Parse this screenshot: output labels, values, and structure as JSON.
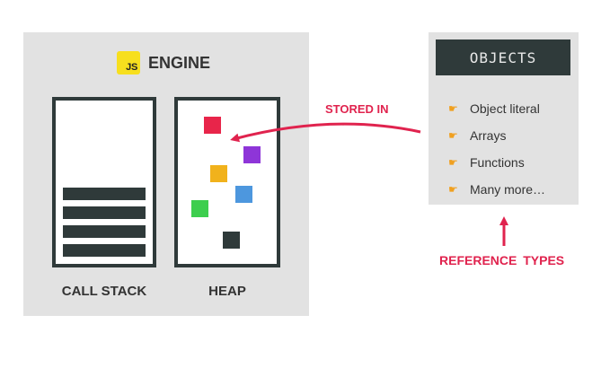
{
  "engine": {
    "badge": "JS",
    "title": "ENGINE"
  },
  "call_stack": {
    "label": "CALL STACK",
    "frame_count": 4
  },
  "heap": {
    "label": "HEAP",
    "objects": [
      {
        "color": "#e8254a"
      },
      {
        "color": "#8e35d8"
      },
      {
        "color": "#f1b21c"
      },
      {
        "color": "#4d97de"
      },
      {
        "color": "#3dce4e"
      },
      {
        "color": "#2f3a3a"
      }
    ]
  },
  "objects_panel": {
    "header": "OBJECTS",
    "items": [
      {
        "label": "Object literal",
        "icon": "pointing-hand-icon"
      },
      {
        "label": "Arrays",
        "icon": "pointing-hand-icon"
      },
      {
        "label": "Functions",
        "icon": "pointing-hand-icon"
      },
      {
        "label": "Many more…",
        "icon": "pointing-hand-icon"
      }
    ]
  },
  "annotations": {
    "stored_in": "STORED IN",
    "reference_types": "REFERENCE TYPES"
  },
  "colors": {
    "accent": "#e0234e",
    "dark": "#2f3a3a",
    "panel": "#e2e2e2",
    "js_yellow": "#f7df1e"
  }
}
